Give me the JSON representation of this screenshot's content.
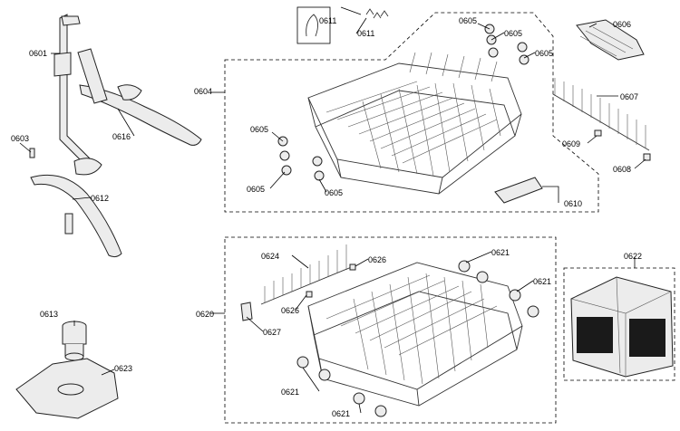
{
  "labels": {
    "p0601": "0601",
    "p0603": "0603",
    "p0604": "0604",
    "p0605_a": "0605",
    "p0605_b": "0605",
    "p0605_c": "0605",
    "p0605_d": "0605",
    "p0605_e": "0605",
    "p0605_f": "0605",
    "p0606": "0606",
    "p0607": "0607",
    "p0608": "0608",
    "p0609": "0609",
    "p0610": "0610",
    "p0611_a": "0611",
    "p0611_b": "0611",
    "p0612": "0612",
    "p0613": "0613",
    "p0616": "0616",
    "p0620": "0620",
    "p0621_a": "0621",
    "p0621_b": "0621",
    "p0621_c": "0621",
    "p0621_d": "0621",
    "p0622": "0622",
    "p0623": "0623",
    "p0624": "0624",
    "p0626_a": "0626",
    "p0626_b": "0626",
    "p0627": "0627"
  }
}
